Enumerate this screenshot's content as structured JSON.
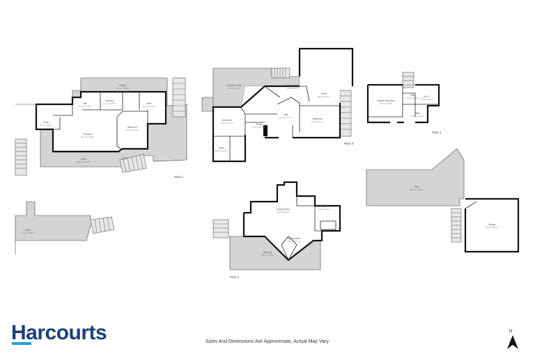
{
  "brand": {
    "name": "Harcourts",
    "color": "#1a3f77",
    "accent": "#22a0dd"
  },
  "disclaimer": "Sizes And Dimensions Are Approximate, Actual May Vary.",
  "compass": {
    "label": "N",
    "icon": "north-arrow-icon"
  },
  "floors": {
    "floor1": "Floor 1",
    "floor2": "Floor 2",
    "floor3": "Floor 3",
    "floor4": "Floor 4"
  },
  "rooms": {
    "f1_pantry": {
      "name": "Pantry",
      "dims": "6.0 m x 2.0 m"
    },
    "f1_hall": {
      "name": "Hall",
      "dims": "3.7 m x 1.8 m"
    },
    "f1_laundry": {
      "name": "Laundry",
      "dims": "2.1 m x 1.5 m"
    },
    "f1_bath": {
      "name": "Bath",
      "dims": "2.7 m x 1.5 m"
    },
    "f1_entry": {
      "name": "Entry",
      "dims": "3.7 m x 3.0 m"
    },
    "f1_rumpus": {
      "name": "Rumpus",
      "dims": "8.7 m x 5.8 m"
    },
    "f1_bedroom": {
      "name": "Bedroom",
      "dims": "4.0 m x 4.2 m"
    },
    "f1_deck": {
      "name": "Deck",
      "dims": "18.0 m x 10.5 m"
    },
    "f2_deck": {
      "name": "Deck",
      "dims": "7.9 m x 5.8 m"
    },
    "f2_living": {
      "name": "Living Room",
      "dims": "9.0 m x 6.6 m"
    },
    "f2_kitchen": {
      "name": "Kitchen",
      "dims": "3.9 m x 4.1 m"
    },
    "f2_dining": {
      "name": "Dining Area",
      "dims": "4.8 m x 3.7 m"
    },
    "f2_balcony": {
      "name": "Balcony",
      "dims": "9.4 m x 7.8 m"
    },
    "f2_deck2": {
      "name": "Deck",
      "dims": "18.0 m x 8.0 m"
    },
    "f2_garage": {
      "name": "Garage",
      "dims": "5.5 m x 6.2 m"
    },
    "f3_covered": {
      "name": "Covered Patio",
      "dims": "5.0 m x 4.2 m"
    },
    "f3_family": {
      "name": "Family Room",
      "dims": "6.3 m x 6.7 m"
    },
    "f3_porch": {
      "name": "Porch",
      "dims": "4.0 m x 2.4 m"
    },
    "f3_bedroom1": {
      "name": "Bedroom",
      "dims": "4.6 m x 3.1 m"
    },
    "f3_hall": {
      "name": "Hall",
      "dims": "4.6 m x 1.7 m"
    },
    "f3_study": {
      "name": "Study",
      "dims": "3.6 m x 2.1 m"
    },
    "f3_bedroom2": {
      "name": "Bedroom",
      "dims": "3.1 m x 3.1 m"
    },
    "f3_bath": {
      "name": "Bath",
      "dims": "2.0 m x 2.0 m"
    },
    "f4_master": {
      "name": "Master Bedroom",
      "dims": "5.7 m x 4.8 m"
    },
    "f4_hall": {
      "name": "Hall",
      "dims": "3.4 m x 1.8 m"
    },
    "f4_wir": {
      "name": "W.I.R.",
      "dims": "2.0 m x 1.5 m"
    },
    "f4_bath": {
      "name": "Bath",
      "dims": "2.0 m x 2.0 m"
    }
  }
}
